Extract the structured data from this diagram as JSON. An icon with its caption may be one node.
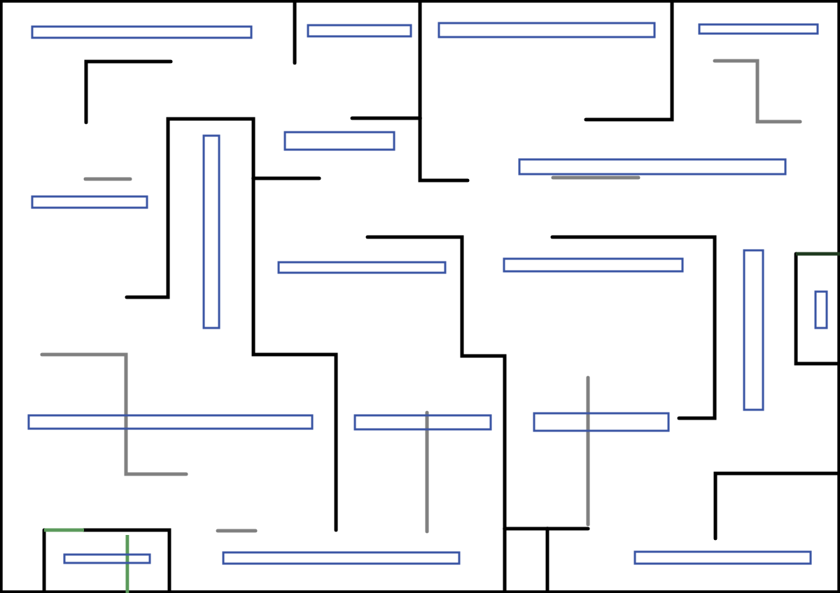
{
  "diagram": {
    "nodes": [
      {
        "text": [],
        "shape": "bar"
      },
      {
        "text": [],
        "shape": "bar"
      },
      {
        "text": [],
        "shape": "bar"
      },
      {
        "text": [],
        "shape": "bar"
      },
      {
        "text": [],
        "shape": "bar"
      },
      {
        "text": [],
        "shape": "bar"
      },
      {
        "text": [],
        "shape": "bar"
      },
      {
        "text": [],
        "shape": "bar"
      },
      {
        "text": [],
        "shape": "bar"
      },
      {
        "text": [],
        "shape": "bar"
      },
      {
        "text": [],
        "shape": "bar"
      },
      {
        "text": [],
        "shape": "bar"
      },
      {
        "text": [],
        "shape": "bar"
      },
      {
        "text": [],
        "shape": "bar"
      },
      {
        "text": [],
        "shape": "bar"
      },
      {
        "text": [],
        "shape": "bar"
      },
      {
        "text": [],
        "shape": "bar"
      },
      {
        "text": [],
        "shape": "bar"
      }
    ]
  }
}
